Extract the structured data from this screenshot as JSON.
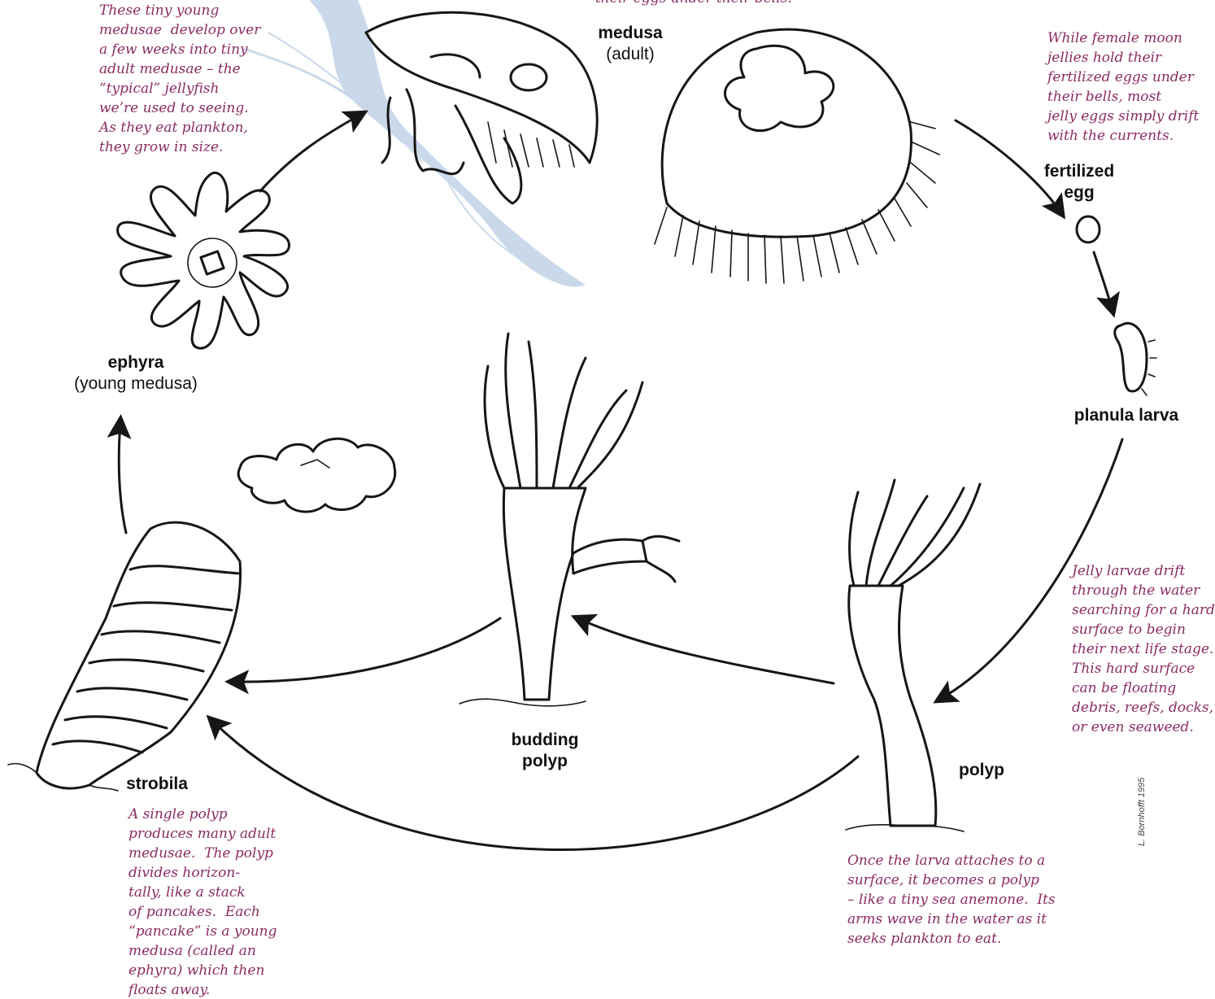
{
  "stages": {
    "medusa": {
      "title": "medusa",
      "subtitle": "(adult)"
    },
    "fertilized_egg": {
      "title_line1": "fertilized",
      "title_line2": "egg"
    },
    "planula": {
      "title": "planula larva"
    },
    "polyp": {
      "title": "polyp"
    },
    "budding_polyp": {
      "title_line1": "budding",
      "title_line2": "polyp"
    },
    "strobila": {
      "title": "strobila"
    },
    "ephyra": {
      "title": "ephyra",
      "subtitle": "(young medusa)"
    }
  },
  "notes": {
    "top_cut": "their eggs under their bells.",
    "medusae_growth": "These tiny young\nmedusae  develop over\na few weeks into tiny\nadult medusae – the\n“typical” jellyfish\nwe’re used to seeing.\nAs they eat plankton,\nthey grow in size.",
    "eggs": "While female moon\njellies hold their\nfertilized eggs under\ntheir bells, most\njelly eggs simply drift\nwith the currents.",
    "larvae": "Jelly larvae drift\nthrough the water\nsearching for a hard\nsurface to begin\ntheir next life stage.\nThis hard surface\ncan be floating\ndebris, reefs, docks,\nor even seaweed.",
    "polyp": "Once the larva attaches to a\nsurface, it becomes a polyp\n– like a tiny sea anemone.  Its\narms wave in the water as it\nseeks plankton to eat.",
    "strobila": "A single polyp\nproduces many adult\nmedusae.  The polyp\ndivides horizon-\ntally, like a stack\nof pancakes.  Each\n“pancake” is a young\nmedusa (called an\nephyra) which then\nfloats away."
  },
  "credit": "L. Bornhofft 1995",
  "colors": {
    "ink": "#161616",
    "note": "#8b2c63",
    "wash": "#b9cde3"
  }
}
